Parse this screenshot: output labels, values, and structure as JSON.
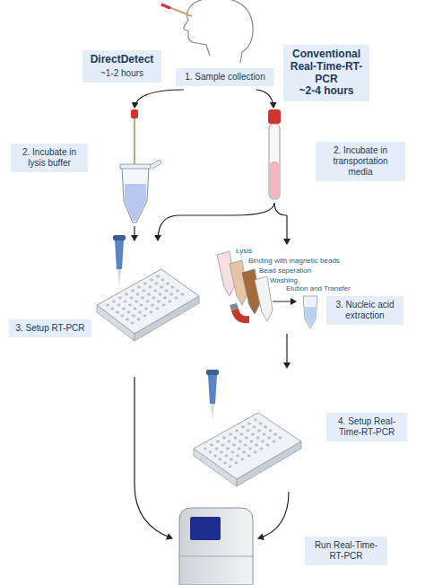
{
  "diagram": {
    "nodes": [
      {
        "text": [
          "1. Sample collection"
        ]
      },
      {
        "text": [
          "DirectDetect",
          "~1-2 hours"
        ]
      },
      {
        "text": [
          "Conventional Real-Time-RT-PCR",
          "~2-4 hours"
        ]
      },
      {
        "text": [
          "2. Incubate in lysis buffer"
        ]
      },
      {
        "text": [
          "2. Incubate in transportation media"
        ]
      },
      {
        "text": [
          "3. Setup RT-PCR"
        ]
      },
      {
        "text": [
          "3. Nucleic acid extraction"
        ]
      },
      {
        "text": [
          "4. Setup Real-Time-RT-PCR"
        ]
      },
      {
        "text": [
          "Run Real-Time-RT-PCR"
        ]
      }
    ],
    "labels": [
      "Lysis",
      "Binding with magnetic beads",
      "Bead seperation",
      "Washing",
      "Elution and Transfer"
    ]
  }
}
